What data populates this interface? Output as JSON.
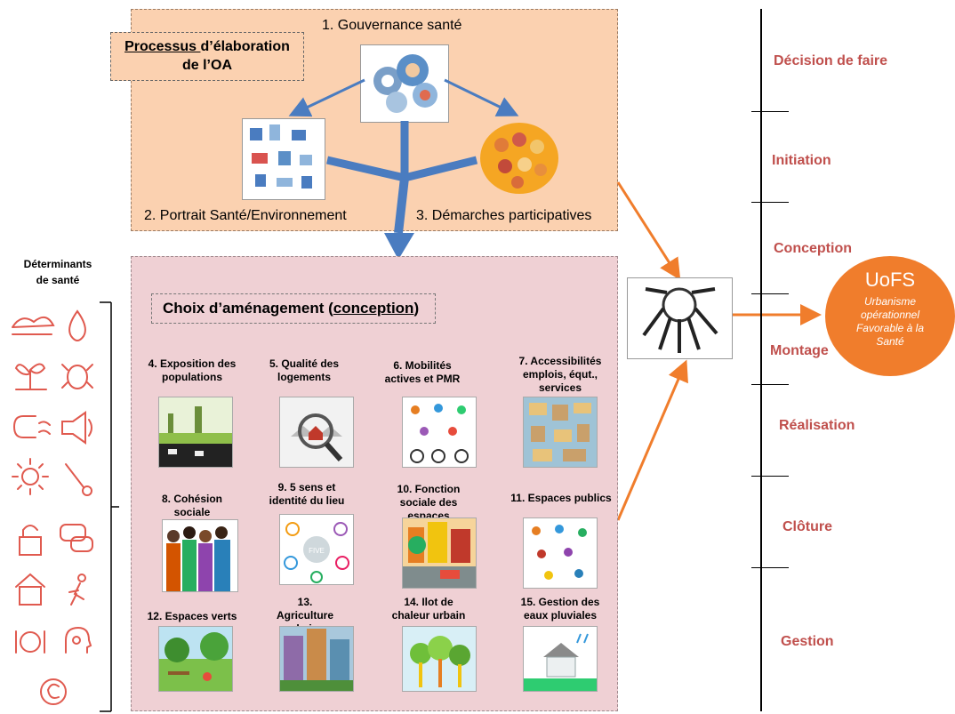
{
  "process_box": {
    "title_underlined": "Processus ",
    "title_rest": "d’élaboration",
    "title_line2": "de l’OA"
  },
  "governance": {
    "label": "1. Gouvernance santé"
  },
  "portrait": {
    "label": "2. Portrait Santé/Environnement"
  },
  "participative": {
    "label": "3. Démarches participatives"
  },
  "choix": {
    "prefix": "Choix d’aménagement (",
    "underlined": "conception",
    "suffix": ")"
  },
  "determinants": {
    "title_line1": "Déterminants",
    "title_line2": "de santé"
  },
  "tiles": [
    {
      "label": "4. Exposition des populations"
    },
    {
      "label": "5. Qualité des logements"
    },
    {
      "label": "6. Mobilités actives et PMR"
    },
    {
      "label": "7. Accessibilités emplois, équt., services"
    },
    {
      "label": "8. Cohésion sociale"
    },
    {
      "label": "9. 5 sens et identité du lieu"
    },
    {
      "label": "10. Fonction sociale des espaces"
    },
    {
      "label": "11. Espaces publics"
    },
    {
      "label": "12. Espaces verts"
    },
    {
      "label": "13. Agriculture urbaine"
    },
    {
      "label": "14. Ilot de chaleur urbain"
    },
    {
      "label": "15. Gestion des eaux pluviales"
    }
  ],
  "phases": [
    {
      "label": "Décision de faire"
    },
    {
      "label": "Initiation"
    },
    {
      "label": "Conception"
    },
    {
      "label": "Montage"
    },
    {
      "label": "Réalisation"
    },
    {
      "label": "Clôture"
    },
    {
      "label": "Gestion"
    }
  ],
  "uofs": {
    "title": "UoFS",
    "subtitle": "Urbanisme opérationnel Favorable à la Santé"
  },
  "tile9_text": "FIVE",
  "colors": {
    "accent_orange": "#f07d2c",
    "phase_red": "#c0504d",
    "arrow_blue": "#4a7cc0",
    "top_panel": "#fbd1b0",
    "bottom_panel": "#efd0d4"
  },
  "icons": [
    "wind-icon",
    "water-drop-icon",
    "plant-icon",
    "bug-icon",
    "magnet-wave-icon",
    "loudspeaker-icon",
    "sun-icon",
    "thermometer-icon",
    "padlock-icon",
    "speech-bubbles-icon",
    "house-icon",
    "running-person-icon",
    "plate-cutlery-icon",
    "head-gears-icon",
    "euro-coin-icon"
  ]
}
